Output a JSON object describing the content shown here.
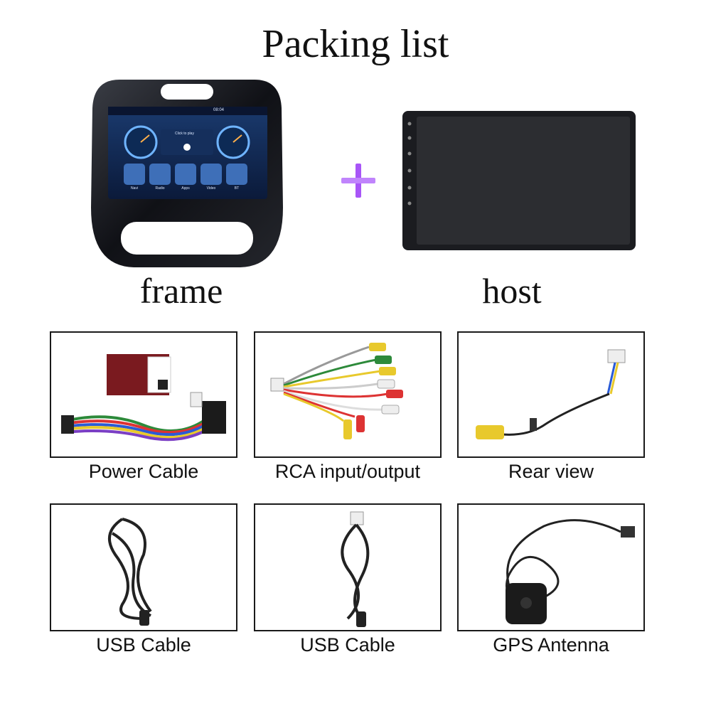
{
  "title": "Packing list",
  "top": {
    "frame_label": "frame",
    "host_label": "host",
    "plus_color": "#a855f7",
    "frame_screen": {
      "status_time": "08:04",
      "media_text": "Click to play",
      "apps": [
        "Navi",
        "Radio",
        "Apps",
        "Video",
        "BT"
      ]
    }
  },
  "items": [
    {
      "label": "Power Cable"
    },
    {
      "label": "RCA input/output"
    },
    {
      "label": "Rear view"
    },
    {
      "label": "USB Cable"
    },
    {
      "label": "USB Cable"
    },
    {
      "label": "GPS Antenna"
    }
  ]
}
